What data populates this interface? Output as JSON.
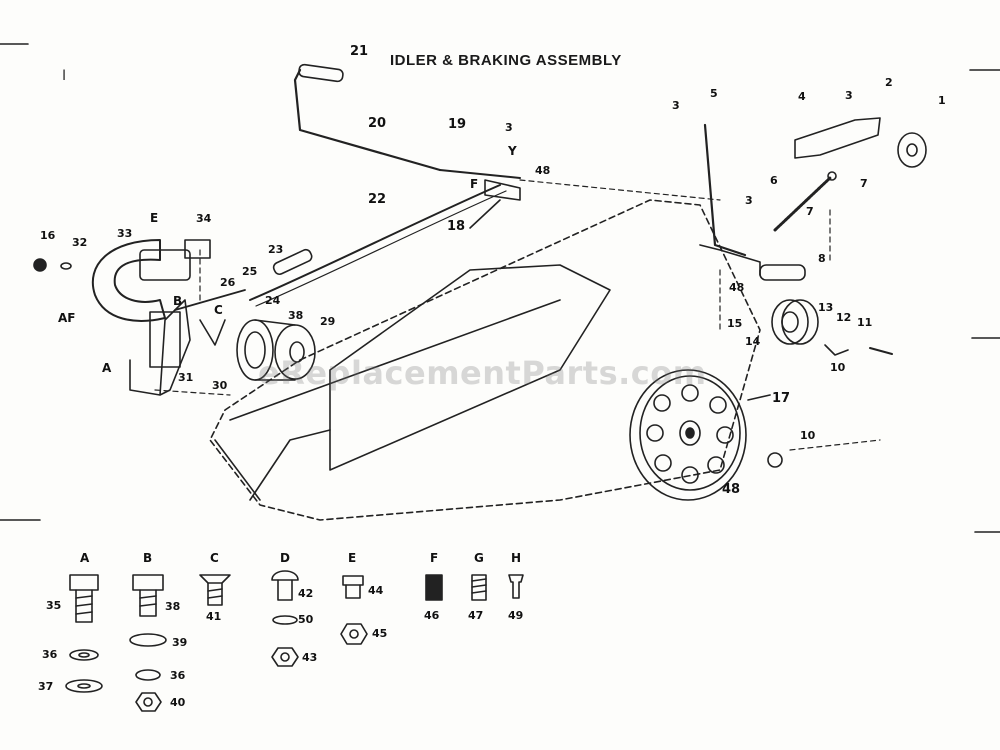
{
  "diagram": {
    "title": "IDLER & BRAKING ASSEMBLY",
    "corner_mark": "I",
    "watermark": "eReplacementParts.com",
    "callouts": {
      "c1": "1",
      "c2": "2",
      "c3a": "3",
      "c3b": "3",
      "c3c": "3",
      "c3d": "3",
      "c4": "4",
      "c5": "5",
      "c6": "6",
      "c7a": "7",
      "c7b": "7",
      "c8": "8",
      "c10a": "10",
      "c10b": "10",
      "c11": "11",
      "c12": "12",
      "c13": "13",
      "c14": "14",
      "c15": "15",
      "c16": "16",
      "c17": "17",
      "c18": "18",
      "c19": "19",
      "c20": "20",
      "c21": "21",
      "c22": "22",
      "c23": "23",
      "c24": "24",
      "c25": "25",
      "c26": "26",
      "c29": "29",
      "c30": "30",
      "c31": "31",
      "c32": "32",
      "c33": "33",
      "c34": "34",
      "c35": "35",
      "c36a": "36",
      "c36b": "36",
      "c37": "37",
      "c38a": "38",
      "c38b": "38",
      "c39": "39",
      "c40": "40",
      "c41": "41",
      "c42": "42",
      "c43": "43",
      "c44": "44",
      "c45": "45",
      "c46": "46",
      "c47": "47",
      "c48a": "48",
      "c48b": "48",
      "c48c": "48",
      "c49": "49",
      "c50": "50",
      "lA": "A",
      "lB": "B",
      "lC": "C",
      "lE": "E",
      "lF": "F",
      "lY": "Y",
      "lAF": "AF"
    },
    "hardware_columns": [
      "A",
      "B",
      "C",
      "D",
      "E",
      "F",
      "G",
      "H"
    ]
  }
}
